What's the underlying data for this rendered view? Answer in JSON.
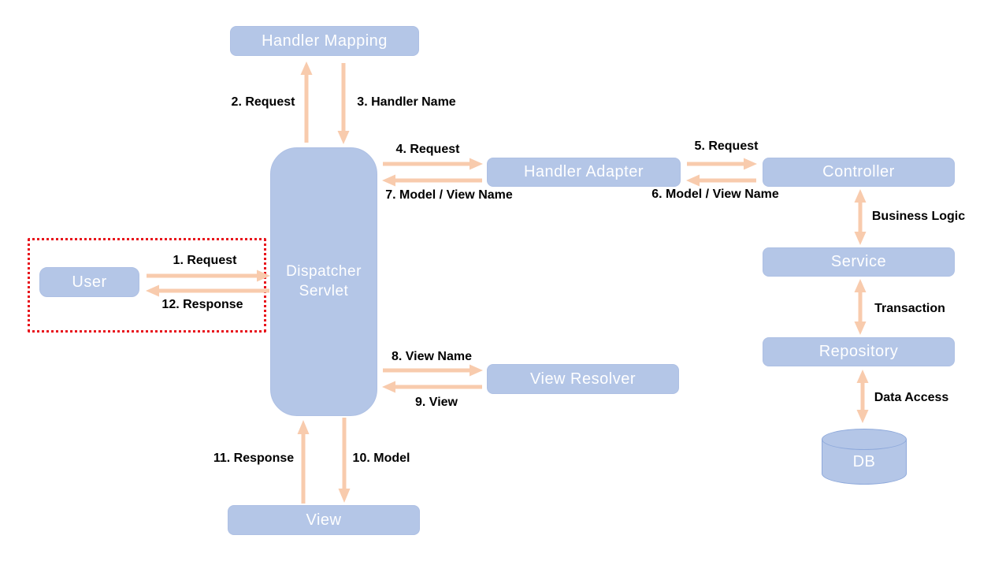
{
  "nodes": {
    "handler_mapping": {
      "label": "Handler Mapping"
    },
    "dispatcher_servlet": {
      "label": "Dispatcher Servlet"
    },
    "handler_adapter": {
      "label": "Handler Adapter"
    },
    "controller": {
      "label": "Controller"
    },
    "service": {
      "label": "Service"
    },
    "repository": {
      "label": "Repository"
    },
    "db": {
      "label": "DB"
    },
    "view_resolver": {
      "label": "View Resolver"
    },
    "view": {
      "label": "View"
    },
    "user": {
      "label": "User"
    }
  },
  "edge_labels": {
    "e1_request": "1. Request",
    "e2_request": "2. Request",
    "e3_handler_name": "3. Handler Name",
    "e4_request": "4. Request",
    "e5_request": "5. Request",
    "e6_model_view_name": "6. Model / View Name",
    "e7_model_view_name": "7. Model / View Name",
    "e8_view_name": "8. View Name",
    "e9_view": "9. View",
    "e10_model": "10. Model",
    "e11_response": "11. Response",
    "e12_response": "12. Response",
    "business_logic": "Business Logic",
    "transaction": "Transaction",
    "data_access": "Data Access"
  },
  "colors": {
    "node_fill": "#B4C6E7",
    "node_text": "#FFFFFF",
    "cylinder_border": "#8EA9DB",
    "arrow": "#F8CBAD",
    "label_text": "#000000",
    "dotted_border": "#E8141C",
    "background": "#FFFFFF"
  }
}
